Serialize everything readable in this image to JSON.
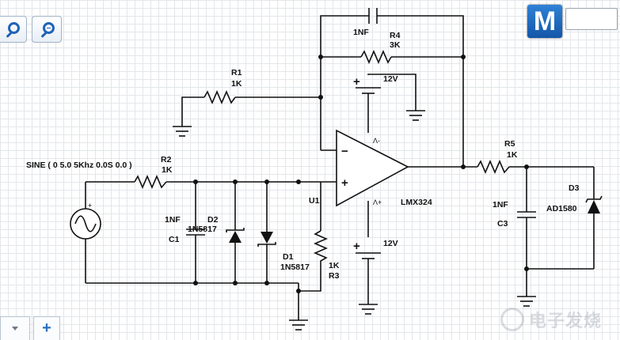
{
  "toolbar": {
    "zoom_out_icon": "zoom-out-icon",
    "zoom_in_icon": "zoom-in-icon"
  },
  "brand": {
    "logo_letter": "M"
  },
  "bottom_bar": {
    "add_label": "+"
  },
  "components": {
    "source": {
      "label": "SINE ( 0 5.0 5Khz 0.0S 0.0 )",
      "plus": "+"
    },
    "r1": {
      "name": "R1",
      "value": "1K"
    },
    "r2": {
      "name": "R2",
      "value": "1K"
    },
    "r3": {
      "name": "R3",
      "value": "1K"
    },
    "r4": {
      "name": "R4",
      "value": "3K"
    },
    "r5": {
      "name": "R5",
      "value": "1K"
    },
    "c_feedback": {
      "value": "1NF"
    },
    "c1": {
      "name": "C1",
      "value": "1NF"
    },
    "c3": {
      "name": "C3",
      "value": "1NF"
    },
    "d1": {
      "name": "D1",
      "part": "1N5817"
    },
    "d2": {
      "name": "D2",
      "part": "1N5817"
    },
    "d3": {
      "name": "D3",
      "part": "AD1580"
    },
    "opamp": {
      "ref": "U1",
      "part": "LMX324",
      "pin_neg": "Λ-",
      "pin_pos": "Λ+",
      "minus": "−",
      "plus": "+"
    },
    "supply_top": {
      "voltage": "12V"
    },
    "supply_bottom": {
      "voltage": "12V"
    },
    "battery_top_plus": "+",
    "battery_bottom_plus": "+"
  }
}
